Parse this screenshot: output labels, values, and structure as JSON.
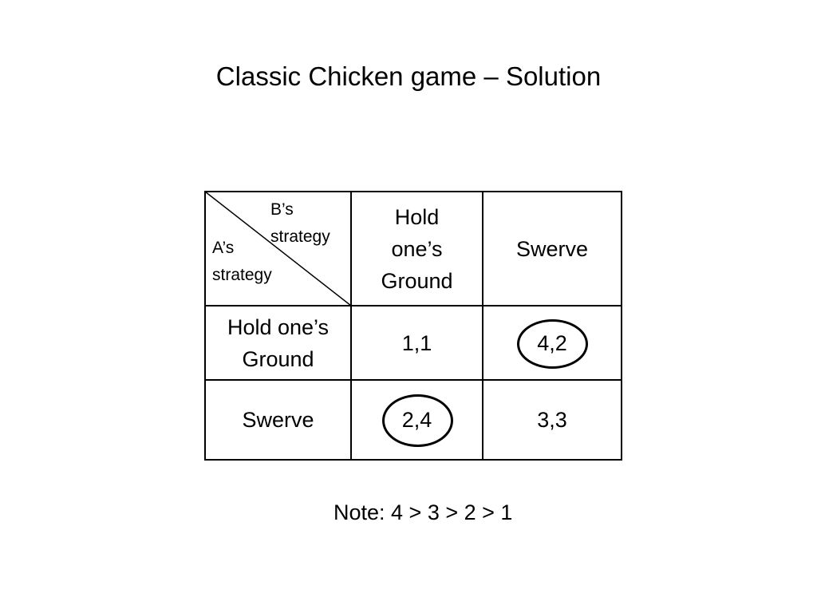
{
  "slide": {
    "title": "Classic Chicken game – Solution",
    "note": "Note: 4 > 3 > 2 > 1"
  },
  "matrix": {
    "corner": {
      "column_player_line1": "B’s",
      "column_player_line2": "strategy",
      "row_player_line1": "A’s",
      "row_player_line2": "strategy"
    },
    "columns": [
      {
        "line1": "Hold",
        "line2": "one’s",
        "line3": "Ground"
      },
      {
        "label": "Swerve"
      }
    ],
    "rows": [
      {
        "line1": "Hold one’s",
        "line2": "Ground",
        "payoffs": [
          "1,1",
          "4,2"
        ],
        "equilibrium": [
          false,
          true
        ]
      },
      {
        "label": "Swerve",
        "payoffs": [
          "2,4",
          "3,3"
        ],
        "equilibrium": [
          true,
          false
        ]
      }
    ]
  },
  "colors": {
    "ink": "#000000",
    "background": "#ffffff"
  }
}
